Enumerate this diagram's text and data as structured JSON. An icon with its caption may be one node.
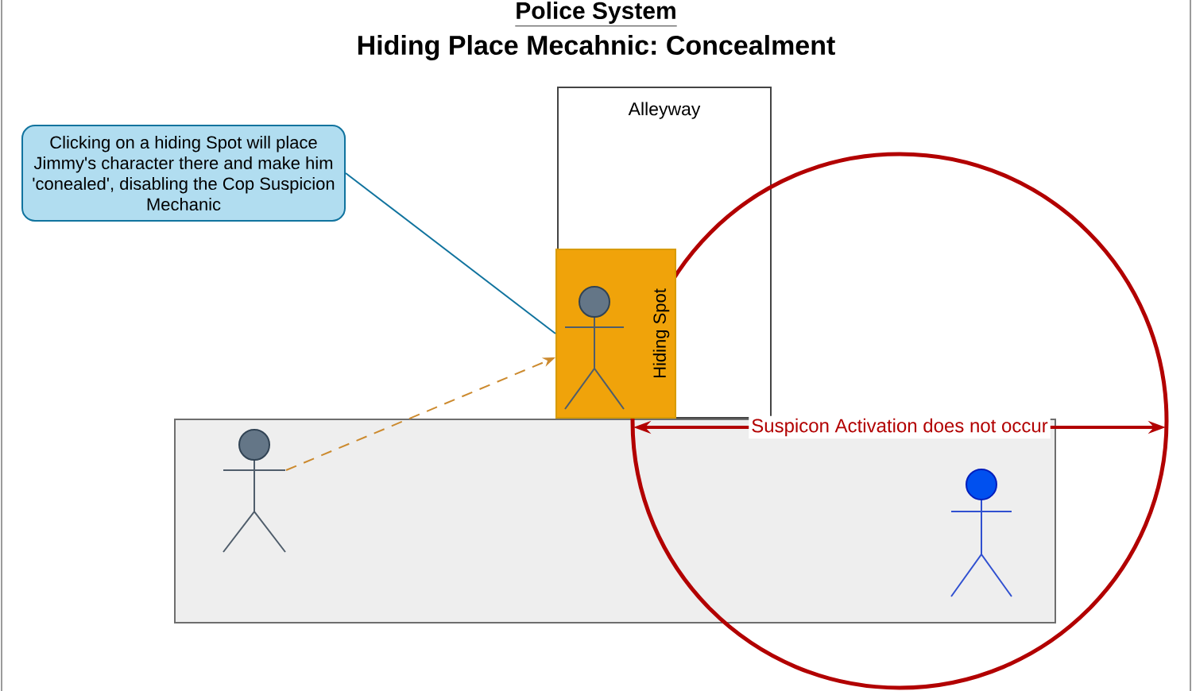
{
  "diagram": {
    "title": "Police System",
    "nodes": [
      {
        "text": [
          "Clicking on a hiding Spot will place Jimmy's character there and make him 'conealed', disabling the Cop Suspicion Mechanic"
        ]
      },
      {
        "text": [
          "Alleyway"
        ]
      },
      {
        "text": [
          "Hiding Spot"
        ],
        "in": 1
      },
      {
        "text": [],
        "shape": "person",
        "in": 2
      },
      {
        "text": [],
        "shape": "box"
      },
      {
        "text": [],
        "shape": "person",
        "in": 4
      },
      {
        "text": [],
        "shape": "person"
      },
      {
        "text": [],
        "shape": "circle"
      }
    ],
    "edges": [
      {
        "from": 0,
        "to": 2,
        "arrow": "none",
        "color": "#10739e"
      },
      {
        "from": 5,
        "to": 2,
        "arrow": "to",
        "style": "dashed",
        "color": "#cc8a2e"
      }
    ],
    "labels": [
      "Hiding Place Mecahnic: Concealment",
      "Suspicon Activation does not occur"
    ]
  }
}
